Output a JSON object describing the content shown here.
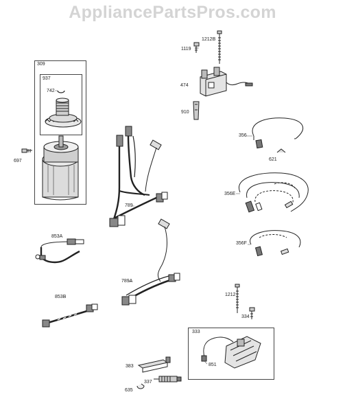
{
  "watermark": "AppliancePartsPros.com",
  "labels": {
    "p309": "309",
    "p937": "937",
    "p742": "742",
    "p697": "697",
    "p1119": "1119",
    "p1212B": "1212B",
    "p474": "474",
    "p910": "910",
    "p356": "356",
    "p621": "621",
    "p356E": "356E",
    "p789": "789",
    "p853A": "853A",
    "p356F": "356F",
    "p789A": "789A",
    "p853B": "853B",
    "p1212": "1212",
    "p334": "334",
    "p333": "333",
    "p851": "851",
    "p383": "383",
    "p337": "337",
    "p635": "635"
  },
  "colors": {
    "line": "#222222",
    "watermark": "#d4d4d4",
    "part_fill": "#e8e8e8",
    "part_dark": "#555555"
  }
}
